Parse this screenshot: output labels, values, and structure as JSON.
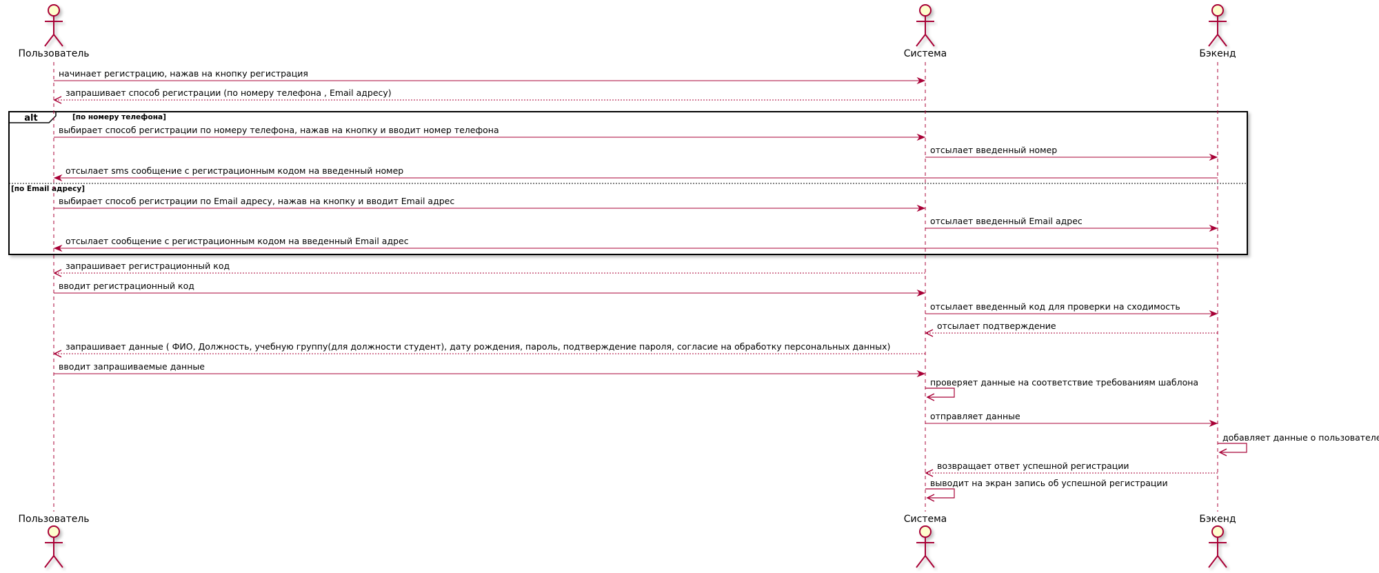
{
  "colors": {
    "arrow": "#A80036",
    "actor_fill": "#FEFECE",
    "actor_stroke": "#A80036",
    "lifeline": "#A80036",
    "frame_border": "#000000",
    "frame_shadow": "#9A9A9A"
  },
  "participants": [
    {
      "id": "user",
      "name": "Пользователь",
      "icon": "stick-figure-actor-icon"
    },
    {
      "id": "system",
      "name": "Система",
      "icon": "stick-figure-actor-icon"
    },
    {
      "id": "backend",
      "name": "Бэкенд",
      "icon": "stick-figure-actor-icon"
    }
  ],
  "messages": [
    {
      "from": "user",
      "to": "system",
      "style": "solid",
      "text": "начинает регистрацию, нажав на кнопку регистрация"
    },
    {
      "from": "system",
      "to": "user",
      "style": "dashed",
      "text": "запрашивает способ регистрации (по номеру телефона , Email адресу)"
    },
    {
      "from": "user",
      "to": "system",
      "style": "solid",
      "text": "выбирает способ регистрации по номеру телефона, нажав на кнопку и вводит номер телефона"
    },
    {
      "from": "system",
      "to": "backend",
      "style": "solid",
      "text": "отсылает введенный номер"
    },
    {
      "from": "backend",
      "to": "user",
      "style": "solid",
      "text": "отсылает sms сообщение с регистрационным кодом на введенный номер"
    },
    {
      "from": "user",
      "to": "system",
      "style": "solid",
      "text": "выбирает способ регистрации по Email адресу, нажав на кнопку и вводит Email адрес"
    },
    {
      "from": "system",
      "to": "backend",
      "style": "solid",
      "text": "отсылает введенный Email адрес"
    },
    {
      "from": "backend",
      "to": "user",
      "style": "solid",
      "text": "отсылает сообщение с регистрационным кодом на введенный Email адрес"
    },
    {
      "from": "system",
      "to": "user",
      "style": "dashed",
      "text": "запрашивает регистрационный код"
    },
    {
      "from": "user",
      "to": "system",
      "style": "solid",
      "text": "вводит регистрационный код"
    },
    {
      "from": "system",
      "to": "backend",
      "style": "solid",
      "text": "отсылает введенный код для проверки на сходимость"
    },
    {
      "from": "backend",
      "to": "system",
      "style": "dashed",
      "text": "отсылает подтверждение"
    },
    {
      "from": "system",
      "to": "user",
      "style": "dashed",
      "text": "запрашивает данные ( ФИО, Должность, учебную группу(для должности студент), дату рождения, пароль, подтверждение пароля, согласие на обработку персональных данных)"
    },
    {
      "from": "user",
      "to": "system",
      "style": "solid",
      "text": "вводит запрашиваемые данные"
    },
    {
      "from": "system",
      "to": "system",
      "style": "solid",
      "text": "проверяет данные на соответствие требованиям шаблона"
    },
    {
      "from": "system",
      "to": "backend",
      "style": "solid",
      "text": "отправляет данные"
    },
    {
      "from": "backend",
      "to": "backend",
      "style": "solid",
      "text": "добавляет данные о пользователе"
    },
    {
      "from": "backend",
      "to": "system",
      "style": "dashed",
      "text": "возвращает ответ успешной регистрации"
    },
    {
      "from": "system",
      "to": "system",
      "style": "solid",
      "text": "выводит на экран запись об успешной регистрации"
    }
  ],
  "alt_frame": {
    "keyword": "alt",
    "sections": [
      {
        "guard": "[по номеру телефона]"
      },
      {
        "guard": "[по Email адресу]"
      }
    ]
  }
}
